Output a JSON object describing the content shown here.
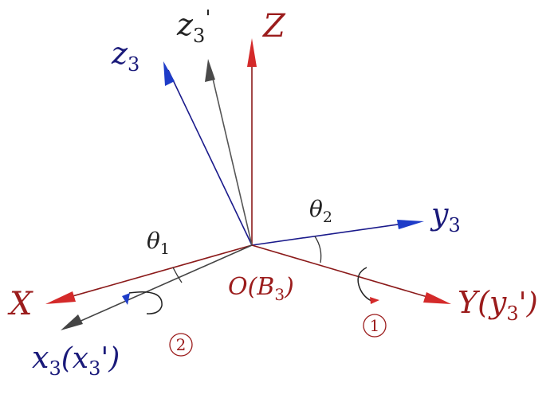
{
  "labels": {
    "z3": {
      "main": "z",
      "sub": "3"
    },
    "z3p": {
      "main": "z",
      "sub": "3",
      "post": "'"
    },
    "Z": "Z",
    "theta2": {
      "main": "θ",
      "sub": "2"
    },
    "y3": {
      "main": "y",
      "sub": "3"
    },
    "theta1": {
      "main": "θ",
      "sub": "1"
    },
    "X": "X",
    "origin": {
      "pre": "O(B",
      "sub": "3",
      "post": ")"
    },
    "Y": {
      "pre": "Y(y",
      "sub": "3",
      "post": "')"
    },
    "x3": {
      "pre": "x",
      "sub1": "3",
      "mid": "(x",
      "sub2": "3",
      "post": "')"
    },
    "step1": "1",
    "step2": "2"
  },
  "colors": {
    "red_axis": "#8b1a1a",
    "red_arrow": "#d42a2a",
    "blue_axis": "#1a1a8b",
    "blue_arrow": "#1e3cc8",
    "gray_axis": "#555555",
    "gray_arrow": "#4a4a4a",
    "red_text": "#9b1c1c",
    "blue_text": "#1a1a7a",
    "black_text": "#222222"
  }
}
